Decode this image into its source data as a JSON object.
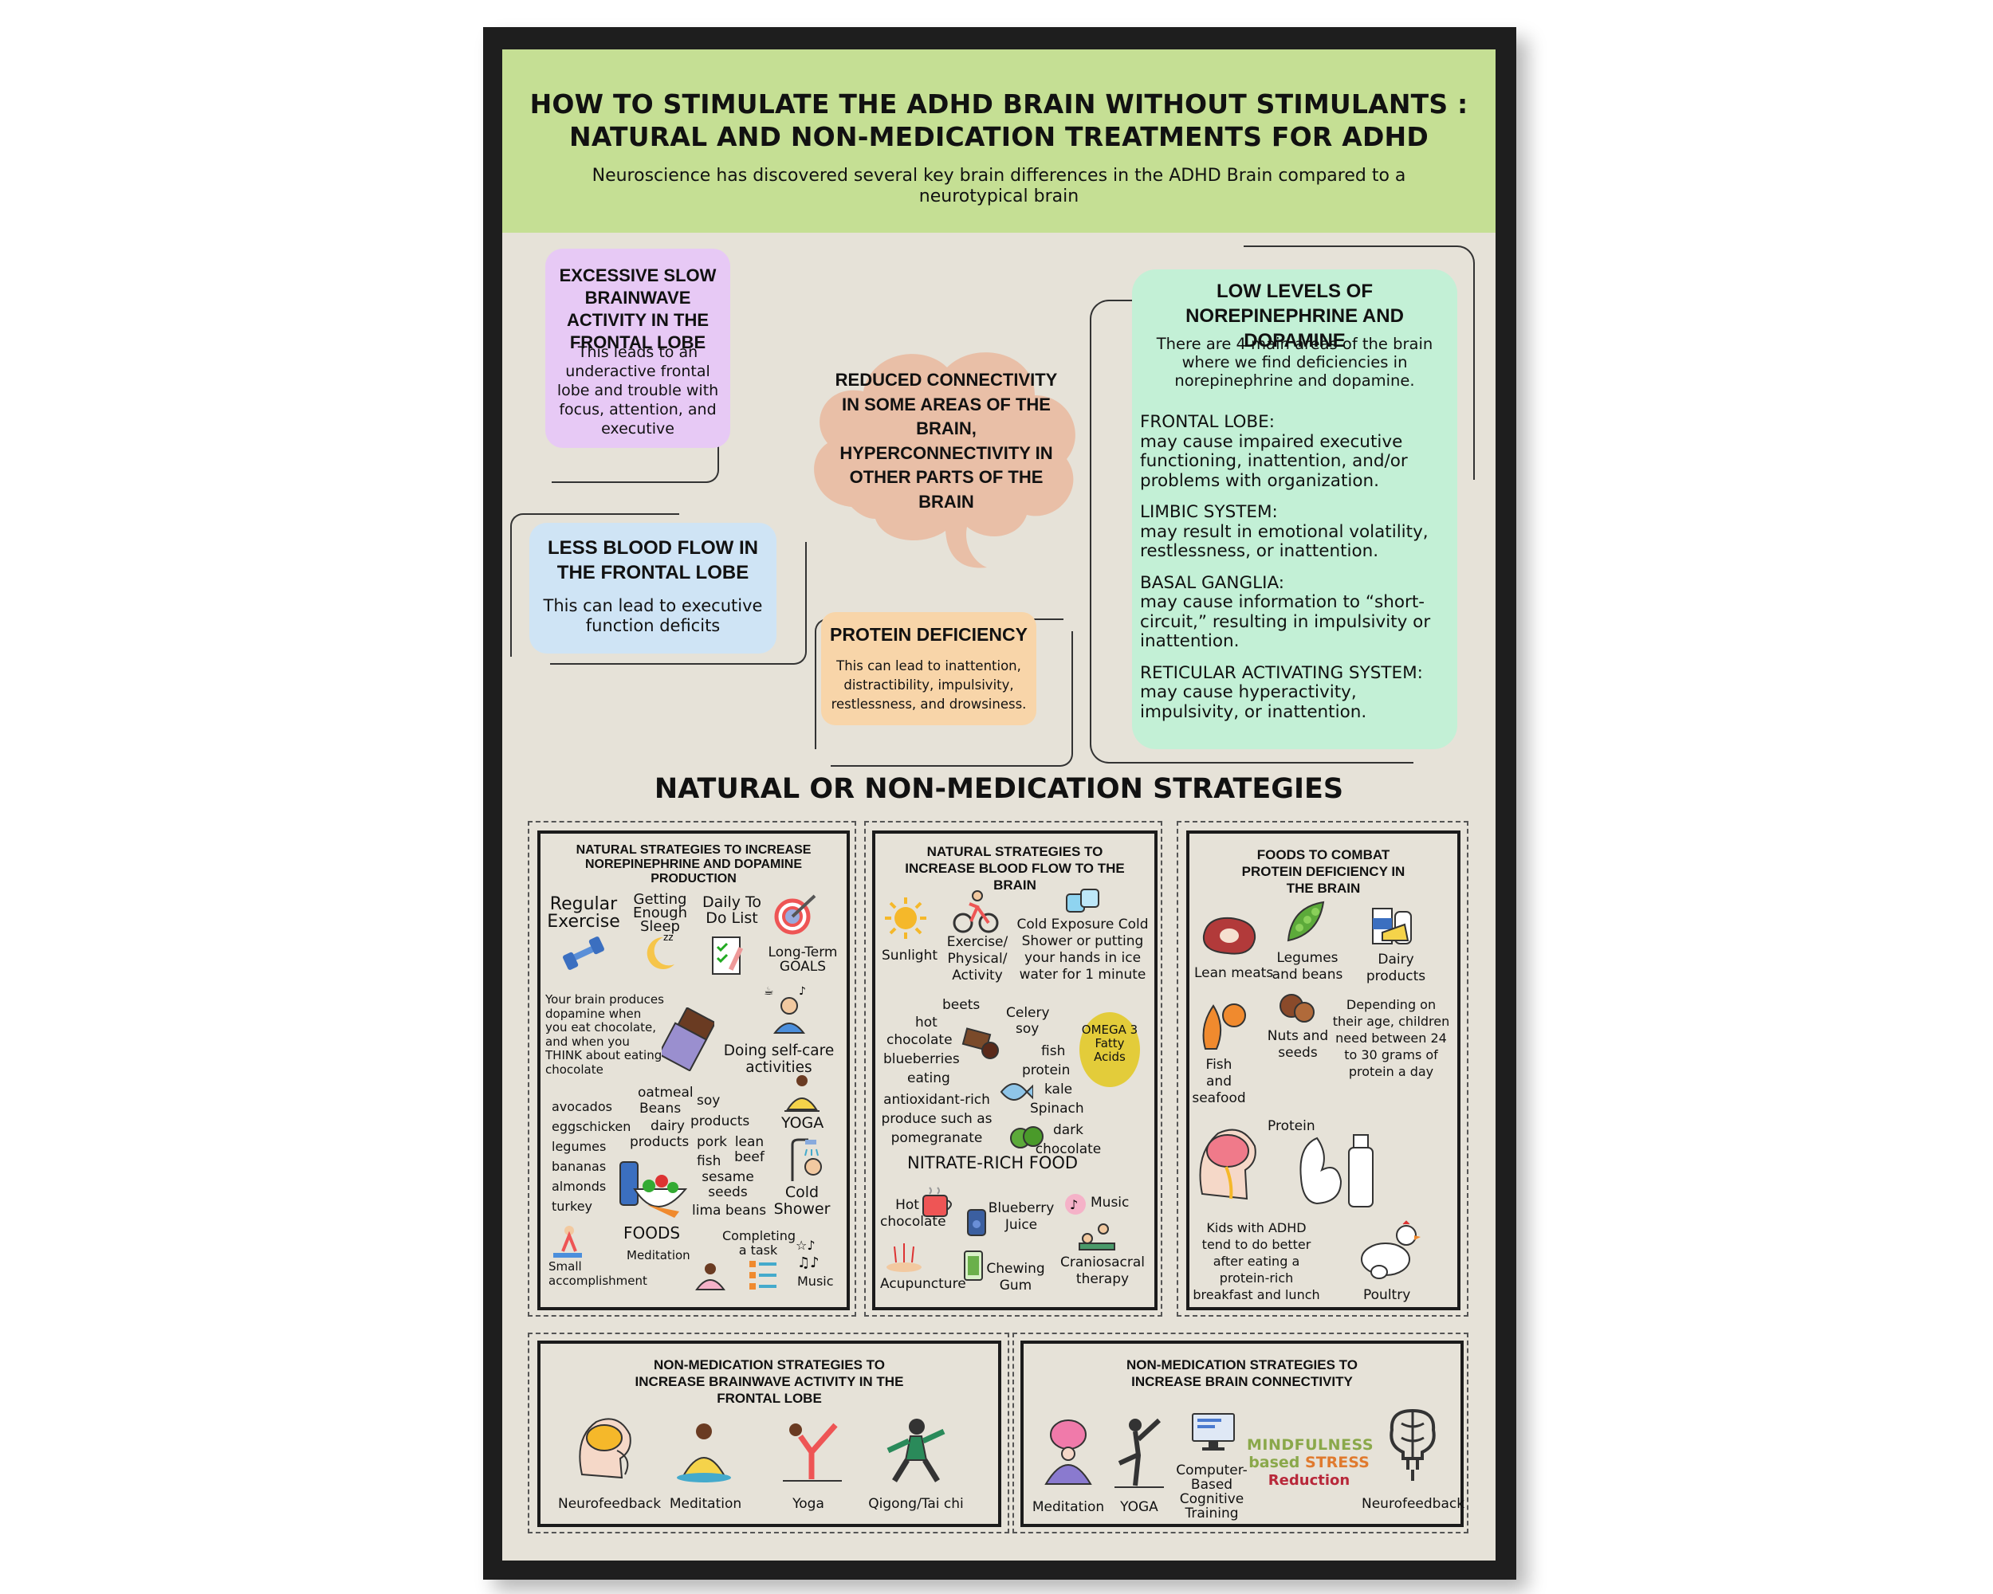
{
  "poster": {
    "title": "HOW TO STIMULATE THE ADHD BRAIN WITHOUT STIMULANTS : NATURAL AND NON-MEDICATION TREATMENTS FOR ADHD",
    "subtitle": "Neuroscience has discovered several key brain differences in the ADHD Brain compared to a neurotypical brain"
  },
  "cards": {
    "slow_wave": {
      "title": "EXCESSIVE SLOW BRAINWAVE ACTIVITY IN THE FRONTAL LOBE",
      "body": "This leads to an underactive frontal lobe and trouble with focus, attention, and executive",
      "color": "#e7c9f5"
    },
    "blood_flow": {
      "title": "LESS BLOOD FLOW IN THE FRONTAL LOBE",
      "body": "This can lead to executive function deficits",
      "color": "#cfe4f5"
    },
    "connectivity": {
      "title": "REDUCED CONNECTIVITY IN SOME AREAS OF THE BRAIN, HYPERCONNECTIVITY IN OTHER PARTS OF THE BRAIN",
      "color": "#e9bfa7"
    },
    "protein": {
      "title": "PROTEIN DEFICIENCY",
      "body": "This can lead to inattention, distractibility, impulsivity, restlessness, and drowsiness.",
      "color": "#f8d5a9"
    },
    "neuro": {
      "title": "LOW LEVELS OF NOREPINEPHRINE AND DOPAMINE",
      "intro": "There are 4 main areas of the brain where we find deficiencies in norepinephrine and dopamine.",
      "color": "#c3f0d6",
      "areas": [
        {
          "name": "FRONTAL LOBE:",
          "text": "may cause impaired executive functioning, inattention, and/or problems with organization."
        },
        {
          "name": "LIMBIC SYSTEM:",
          "text": "may result in emotional volatility, restlessness, or inattention."
        },
        {
          "name": "BASAL GANGLIA:",
          "text": "may cause information to “short-circuit,” resulting in impulsivity or inattention."
        },
        {
          "name": "RETICULAR ACTIVATING SYSTEM:",
          "text": "may cause hyperactivity, impulsivity, or inattention."
        }
      ]
    }
  },
  "strategies_title": "NATURAL OR NON-MEDICATION STRATEGIES",
  "box1": {
    "title": "NATURAL STRATEGIES TO INCREASE NOREPINEPHRINE AND DOPAMINE PRODUCTION",
    "regular_exercise": "Regular Exercise",
    "sleep": "Getting Enough Sleep",
    "todo": "Daily To Do List",
    "goals": "Long-Term GOALS",
    "chocolate": "Your brain produces dopamine when you eat chocolate, and when you THINK about eating chocolate",
    "selfcare": "Doing self-care activities",
    "foods_col1": "avocados\neggschicken\nlegumes\nbananas\nalmonds\nturkey",
    "oatmeal": "oatmeal",
    "beans": "Beans",
    "dairy": "dairy",
    "products": "products",
    "soy": "soy",
    "soy_products": "products",
    "pork": "pork",
    "lean_beef": "lean beef",
    "fish": "fish",
    "sesame": "sesame seeds",
    "lima": "lima beans",
    "yoga": "YOGA",
    "cold": "Cold Shower",
    "foods": "FOODS",
    "small": "Small accomplishment",
    "meditation": "Meditation",
    "task": "Completing a task",
    "music": "Music"
  },
  "box2": {
    "title": "NATURAL STRATEGIES TO INCREASE BLOOD FLOW TO THE BRAIN",
    "sunlight": "Sunlight",
    "exercise": "Exercise/ Physical/ Activity",
    "cold": "Cold Exposure Cold Shower or putting your hands in ice water for 1 minute",
    "beets": "beets",
    "hot": "hot",
    "chocolate": "chocolate",
    "blueberries": "blueberries",
    "eating": "eating",
    "antioxidant": "antioxidant-rich produce such as pomegranate",
    "celery": "Celery",
    "soy": "soy",
    "fish": "fish",
    "protein": "protein",
    "kale": "kale",
    "spinach": "Spinach",
    "dark_chocolate": "dark chocolate",
    "omega": "OMEGA 3 Fatty Acids",
    "nitrate": "NITRATE-RICH FOOD",
    "hot_chocolate": "Hot chocolate",
    "blueberry_juice": "Blueberry Juice",
    "music": "Music",
    "acupuncture": "Acupuncture",
    "gum": "Chewing Gum",
    "cranio": "Craniosacral therapy"
  },
  "box3": {
    "title": "FOODS TO COMBAT PROTEIN DEFICIENCY IN THE BRAIN",
    "lean_meats": "Lean meats",
    "legumes": "Legumes and beans",
    "dairy": "Dairy products",
    "fish": "Fish and seafood",
    "nuts": "Nuts and seeds",
    "age": "Depending on their age, children need between 24 to 30 grams of protein a day",
    "protein": "Protein",
    "kids": "Kids with ADHD tend to do better after eating a protein-rich breakfast and lunch",
    "poultry": "Poultry"
  },
  "box4": {
    "title": "NON-MEDICATION STRATEGIES TO INCREASE BRAINWAVE ACTIVITY IN THE FRONTAL LOBE",
    "items": [
      "Neurofeedback",
      "Meditation",
      "Yoga",
      "Qigong/Tai chi"
    ]
  },
  "box5": {
    "title": "NON-MEDICATION STRATEGIES TO INCREASE BRAIN CONNECTIVITY",
    "meditation": "Meditation",
    "yoga": "YOGA",
    "computer": "Computer-Based Cognitive Training",
    "mbsr1": "MINDFULNESS",
    "mbsr2a": "based",
    "mbsr2b": "STRESS",
    "mbsr3": "Reduction",
    "neurofeedback": "Neurofeedback"
  },
  "colors": {
    "header_bg": "#c5df94",
    "poster_bg": "#e6e2d8",
    "frame": "#1e1e1e",
    "omega": "#e3cc3a",
    "mbsr_green": "#8aa84a",
    "mbsr_orange": "#e07a2e",
    "mbsr_red": "#b8283a"
  }
}
